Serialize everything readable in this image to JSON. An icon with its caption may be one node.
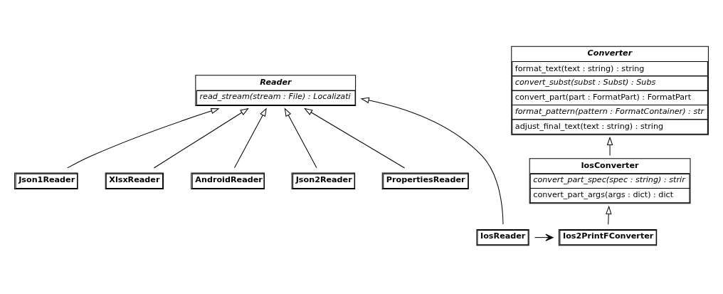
{
  "diagram": {
    "nodes": [
      {
        "text": [
          "Reader",
          "read_stream(stream : File) : Localizati"
        ]
      },
      {
        "text": [
          "Converter",
          "format_text(text : string) : string",
          "convert_subst(subst : Subst) : Subs",
          "convert_part(part : FormatPart) : FormatPart",
          "format_pattern(pattern : FormatContainer) : str",
          "adjust_final_text(text : string) : string"
        ]
      },
      {
        "text": [
          "Json1Reader"
        ]
      },
      {
        "text": [
          "XlsxReader"
        ]
      },
      {
        "text": [
          "AndroidReader"
        ]
      },
      {
        "text": [
          "Json2Reader"
        ]
      },
      {
        "text": [
          "IosConverter",
          "convert_part_spec(spec : string) : strir",
          "convert_part_args(args : dict) : dict"
        ]
      },
      {
        "text": [
          "PropertiesReader"
        ]
      },
      {
        "text": [
          "IosReader"
        ]
      },
      {
        "text": [
          "Ios2PrintFConverter"
        ]
      }
    ],
    "edges": [
      {
        "from": 4,
        "to": 0,
        "arrow": "to"
      },
      {
        "from": 8,
        "to": 0,
        "arrow": "to"
      },
      {
        "from": 2,
        "to": 0,
        "arrow": "to"
      },
      {
        "from": 5,
        "to": 0,
        "arrow": "to"
      },
      {
        "from": 7,
        "to": 0,
        "arrow": "to"
      },
      {
        "from": 3,
        "to": 0,
        "arrow": "to"
      },
      {
        "from": 6,
        "to": 1,
        "arrow": "to"
      },
      {
        "from": 9,
        "to": 6,
        "arrow": "to"
      },
      {
        "from": 8,
        "to": 9,
        "arrow": "to"
      }
    ]
  }
}
